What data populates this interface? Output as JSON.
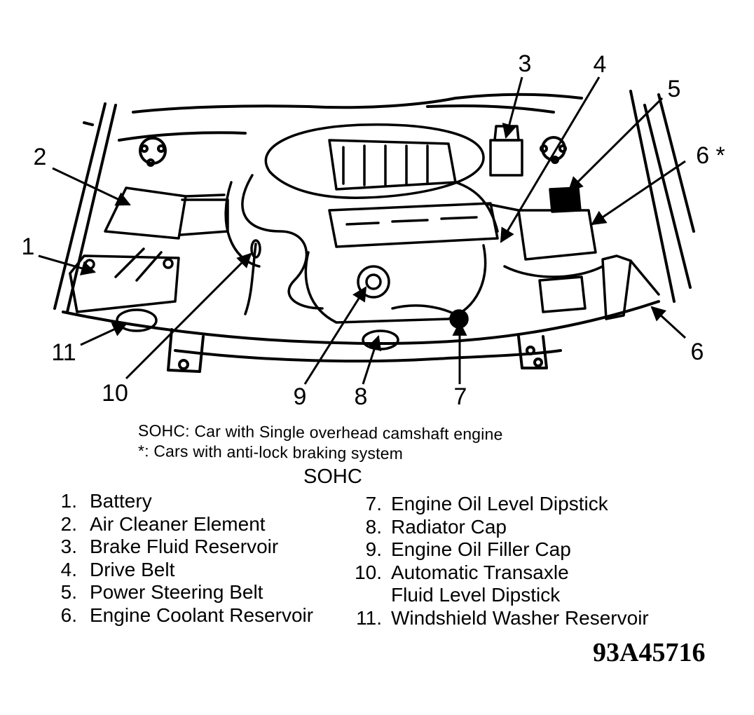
{
  "callouts": [
    {
      "id": "1",
      "text": "1"
    },
    {
      "id": "2",
      "text": "2"
    },
    {
      "id": "3",
      "text": "3"
    },
    {
      "id": "4",
      "text": "4"
    },
    {
      "id": "5",
      "text": "5"
    },
    {
      "id": "6a",
      "text": "6 *"
    },
    {
      "id": "6b",
      "text": "6"
    },
    {
      "id": "7",
      "text": "7"
    },
    {
      "id": "8",
      "text": "8"
    },
    {
      "id": "9",
      "text": "9"
    },
    {
      "id": "10",
      "text": "10"
    },
    {
      "id": "11",
      "text": "11"
    }
  ],
  "notes": {
    "sohc_definition": "SOHC: Car with Single overhead camshaft engine",
    "abs_footnote": "*: Cars with anti-lock braking system"
  },
  "legend": {
    "title": "SOHC",
    "left": [
      {
        "num": "1.",
        "label": "Battery"
      },
      {
        "num": "2.",
        "label": "Air Cleaner Element"
      },
      {
        "num": "3.",
        "label": "Brake Fluid Reservoir"
      },
      {
        "num": "4.",
        "label": "Drive Belt"
      },
      {
        "num": "5.",
        "label": "Power Steering Belt"
      },
      {
        "num": "6.",
        "label": "Engine Coolant Reservoir"
      }
    ],
    "right": [
      {
        "num": "7.",
        "label": "Engine Oil Level Dipstick"
      },
      {
        "num": "8.",
        "label": "Radiator Cap"
      },
      {
        "num": "9.",
        "label": "Engine Oil Filler Cap"
      },
      {
        "num": "10.",
        "label": "Automatic Transaxle"
      },
      {
        "num": "",
        "label": "Fluid Level Dipstick"
      },
      {
        "num": "11.",
        "label": "Windshield Washer Reservoir"
      }
    ]
  },
  "figure_id": "93A45716"
}
